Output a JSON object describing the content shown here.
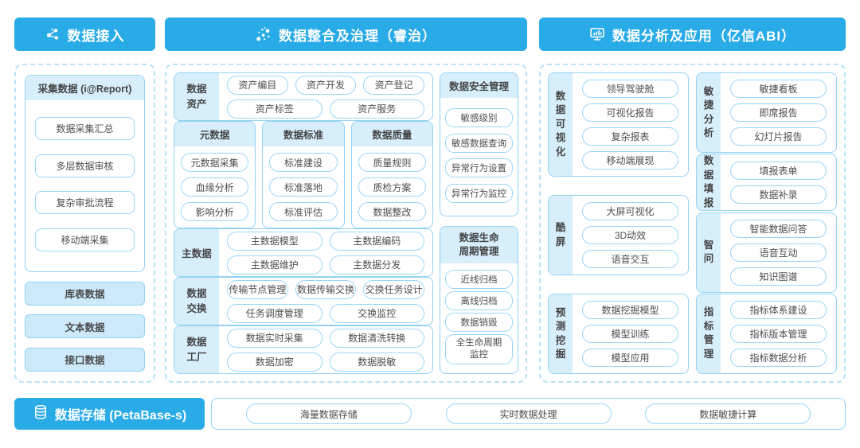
{
  "colors": {
    "header_blue": "#29abe8",
    "light_fill": "#d7eefb",
    "box_border": "#94d2f4",
    "dashed_border": "#b9e2f9",
    "text": "#4d4d4d"
  },
  "ingest": {
    "header": "数据接入",
    "collect_title": "采集数据 (i@Report)",
    "collect_items": [
      "数据采集汇总",
      "多层数据审核",
      "复杂审批流程",
      "移动端采集"
    ],
    "source_items": [
      "库表数据",
      "文本数据",
      "接口数据"
    ]
  },
  "governance": {
    "header": "数据整合及治理（睿治）",
    "asset": {
      "label": "数据资产",
      "items_row1": [
        "资产编目",
        "资产开发",
        "资产登记"
      ],
      "items_row2": [
        "资产标签",
        "资产服务"
      ]
    },
    "meta": {
      "title": "元数据",
      "items": [
        "元数据采集",
        "血缘分析",
        "影响分析"
      ]
    },
    "standard": {
      "title": "数据标准",
      "items": [
        "标准建设",
        "标准落地",
        "标准评估"
      ]
    },
    "quality": {
      "title": "数据质量",
      "items": [
        "质量规则",
        "质检方案",
        "数据整改"
      ]
    },
    "master": {
      "label": "主数据",
      "items_row1": [
        "主数据模型",
        "主数据编码"
      ],
      "items_row2": [
        "主数据维护",
        "主数据分发"
      ]
    },
    "exchange": {
      "label": "数据交换",
      "items_row1": [
        "传输节点管理",
        "数据传输交换",
        "交换任务设计"
      ],
      "items_row2": [
        "任务调度管理",
        "交换监控"
      ]
    },
    "factory": {
      "label": "数据工厂",
      "items_row1": [
        "数据实时采集",
        "数据清洗转换"
      ],
      "items_row2": [
        "数据加密",
        "数据脱敏"
      ]
    },
    "security": {
      "title": "数据安全管理",
      "items": [
        "敏感级别",
        "敏感数据查询",
        "异常行为设置",
        "异常行为监控"
      ]
    },
    "lifecycle": {
      "title": "数据生命周期管理",
      "items": [
        "近线归档",
        "离线归档",
        "数据销毁",
        "全生命周期监控"
      ]
    }
  },
  "analysis": {
    "header": "数据分析及应用（亿信ABI）",
    "visual": {
      "label": "数据可视化",
      "items": [
        "领导驾驶舱",
        "可视化报告",
        "复杂报表",
        "移动端展现"
      ]
    },
    "coolscreen": {
      "label": "酷屏",
      "items": [
        "大屏可视化",
        "3D动效",
        "语音交互"
      ]
    },
    "mining": {
      "label": "预测挖掘",
      "items": [
        "数据挖掘模型",
        "模型训练",
        "模型应用"
      ]
    },
    "agile": {
      "label": "敏捷分析",
      "items": [
        "敏捷看板",
        "即席报告",
        "幻灯片报告"
      ]
    },
    "filling": {
      "label": "数据填报",
      "items": [
        "填报表单",
        "数据补录"
      ]
    },
    "zhiwen": {
      "label": "智问",
      "items": [
        "智能数据问答",
        "语音互动",
        "知识图谱"
      ]
    },
    "indicator": {
      "label": "指标管理",
      "items": [
        "指标体系建设",
        "指标版本管理",
        "指标数据分析"
      ]
    }
  },
  "storage": {
    "header": "数据存储 (PetaBase-s)",
    "items": [
      "海量数据存储",
      "实时数据处理",
      "数据敏捷计算"
    ]
  }
}
